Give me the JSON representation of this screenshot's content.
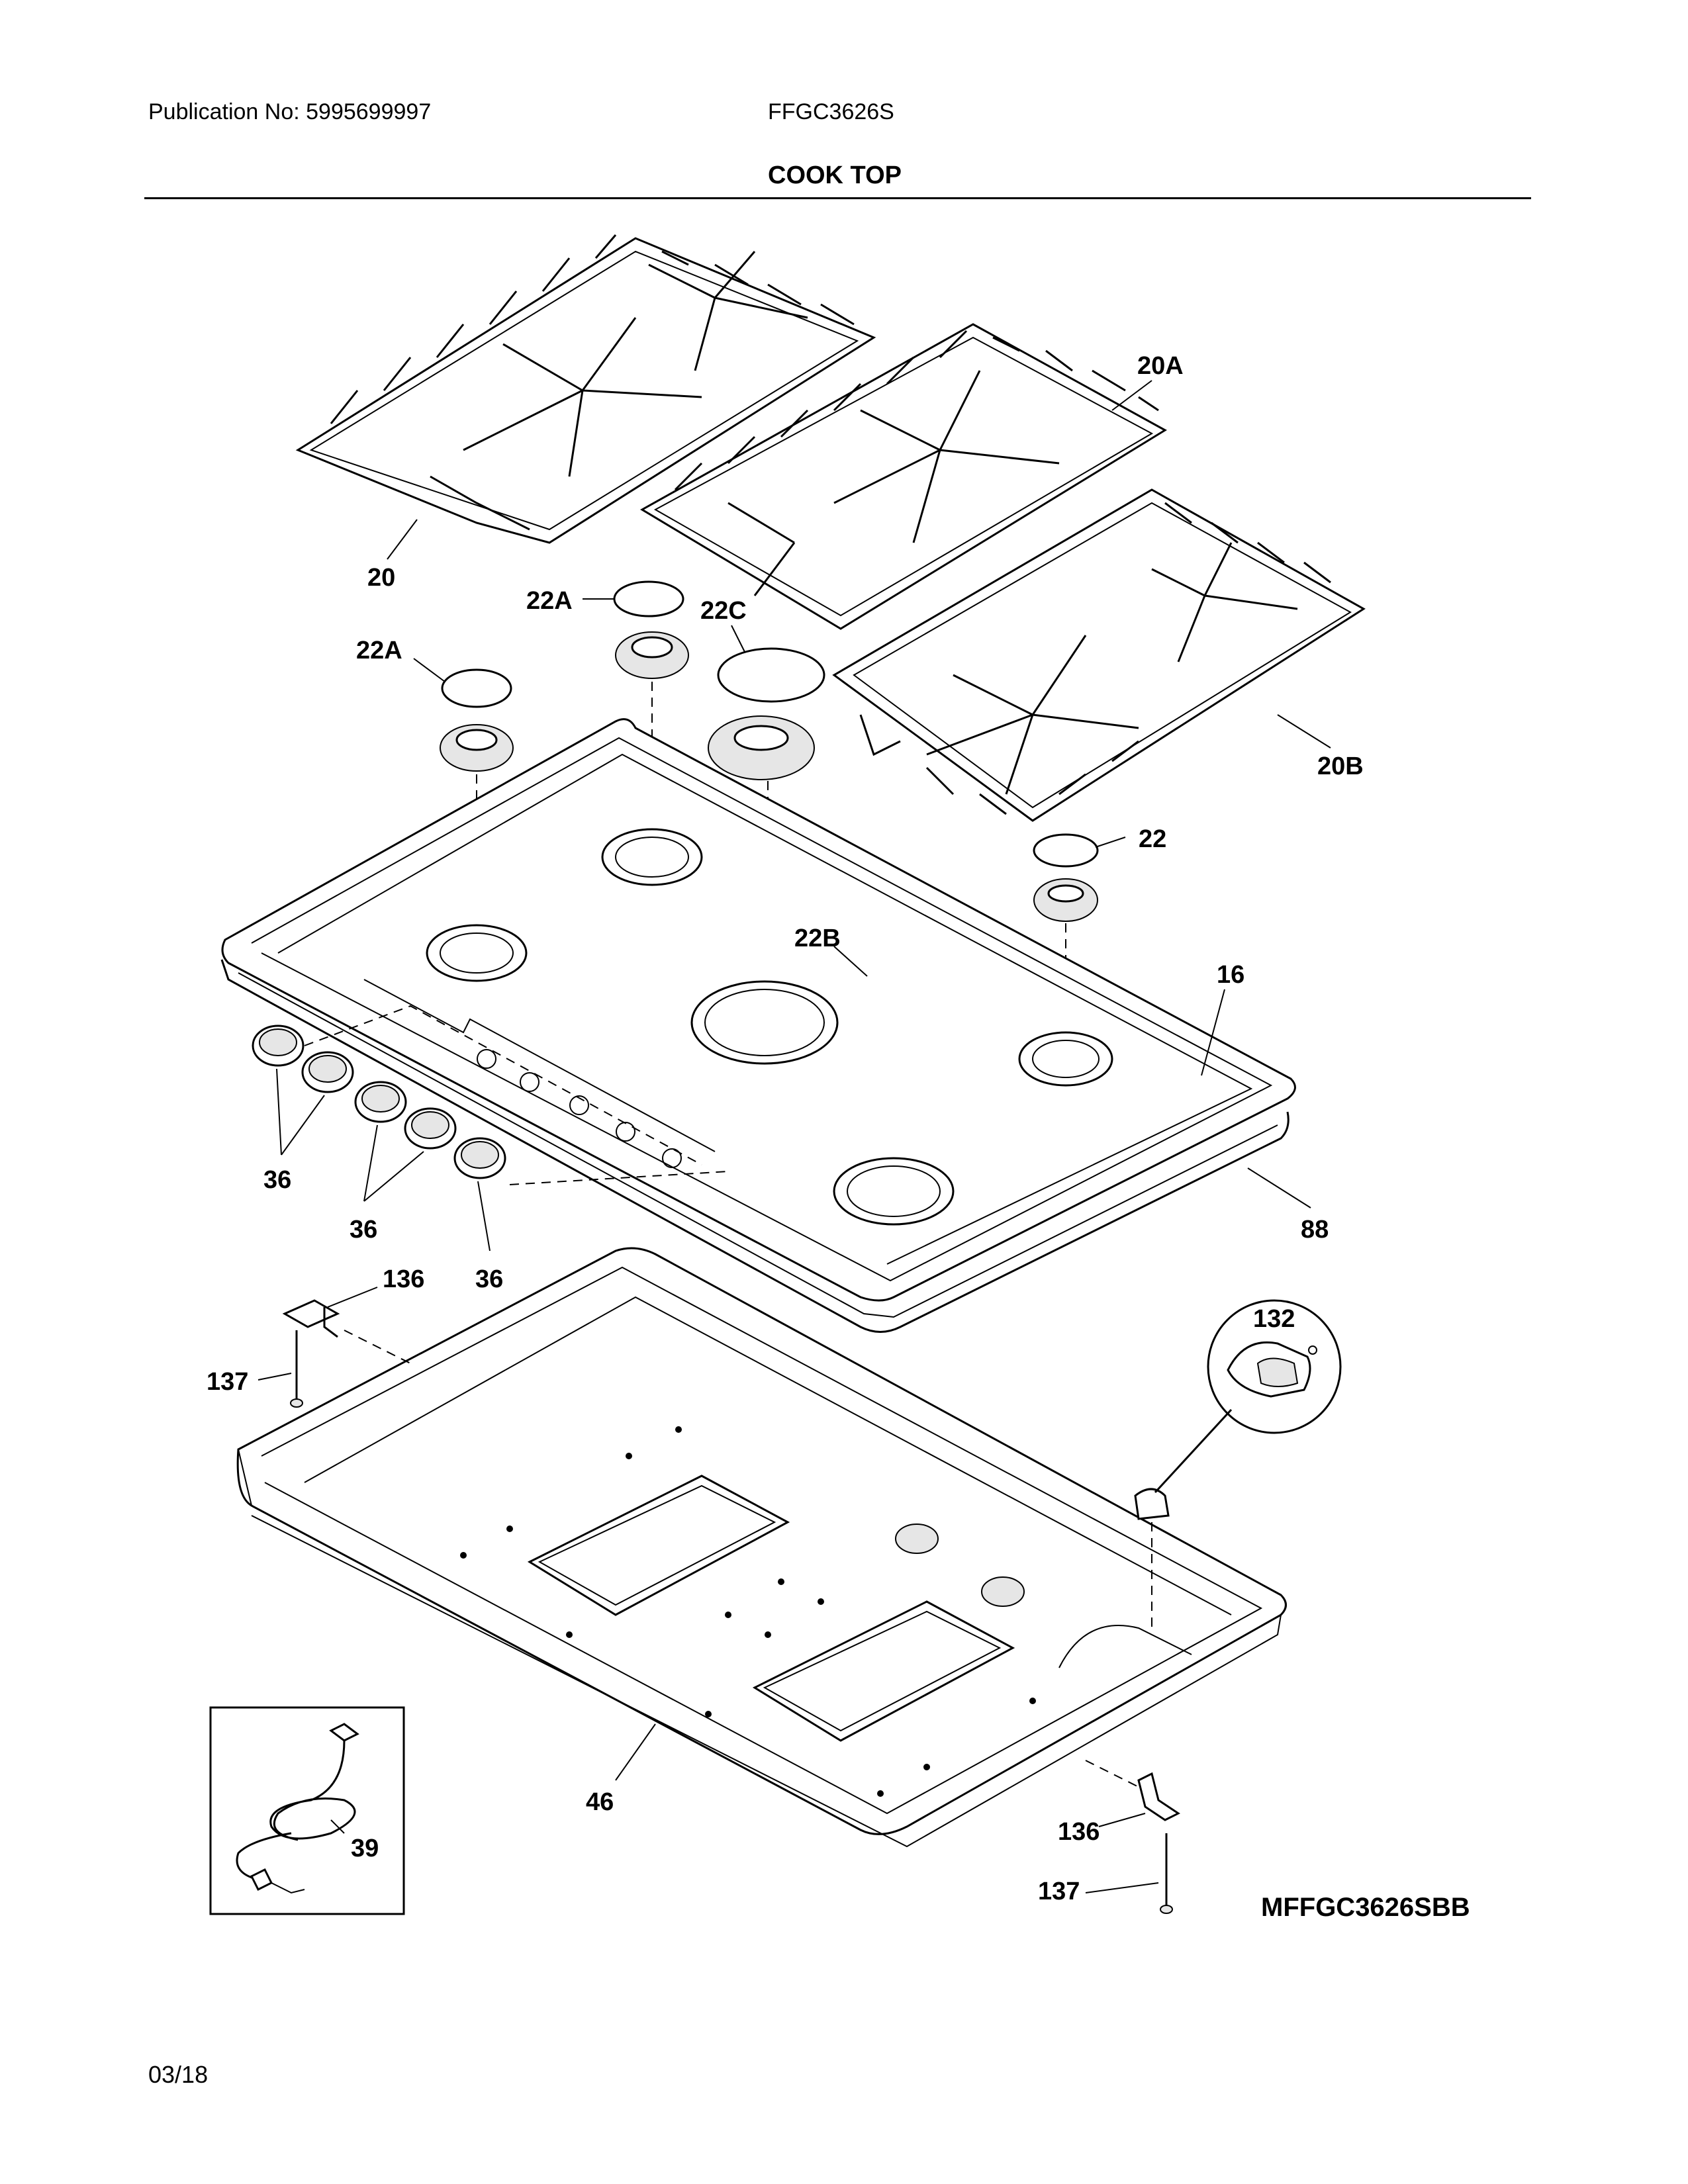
{
  "header": {
    "publication": "Publication No: 5995699997",
    "model": "FFGC3626S",
    "section_title": "COOK TOP"
  },
  "callouts": {
    "c20": "20",
    "c20A": "20A",
    "c20B": "20B",
    "c22": "22",
    "c22A_left": "22A",
    "c22A_mid": "22A",
    "c22B": "22B",
    "c22C": "22C",
    "c16": "16",
    "c88": "88",
    "c36_a": "36",
    "c36_b": "36",
    "c36_c": "36",
    "c136_top": "136",
    "c137_top": "137",
    "c132": "132",
    "c39": "39",
    "c46": "46",
    "c136_bottom": "136",
    "c137_bottom": "137"
  },
  "diagram_code": "MFFGC3626SBB",
  "footer": {
    "date": "03/18"
  }
}
